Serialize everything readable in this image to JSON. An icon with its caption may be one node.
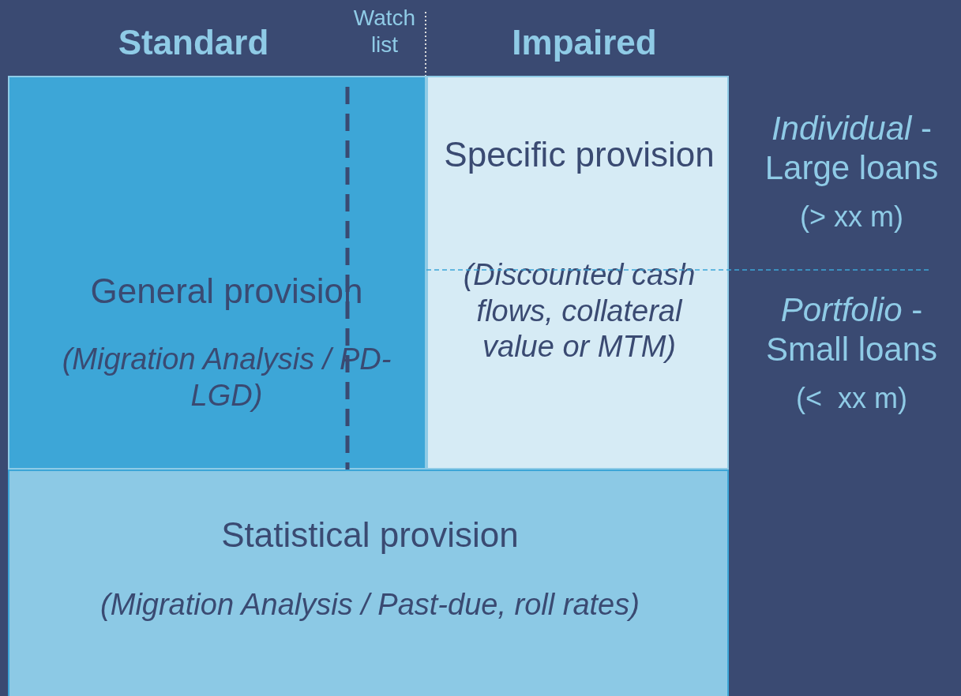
{
  "diagram": {
    "nodes": [
      {
        "text": [
          "General provision",
          "(Migration Analysis / PD-LGD)"
        ]
      },
      {
        "text": [
          "Specific provision",
          "(Discounted cash flows, collateral value or MTM)"
        ]
      },
      {
        "text": [
          "Statistical provision",
          "(Migration Analysis / Past-due, roll rates)"
        ]
      }
    ],
    "edges": [],
    "labels": [
      "Standard",
      "Watch list",
      "Impaired",
      "*Individual* - Large loans",
      "(> xx m)",
      "*Portfolio* - Small loans",
      "(<  xx m)"
    ]
  }
}
